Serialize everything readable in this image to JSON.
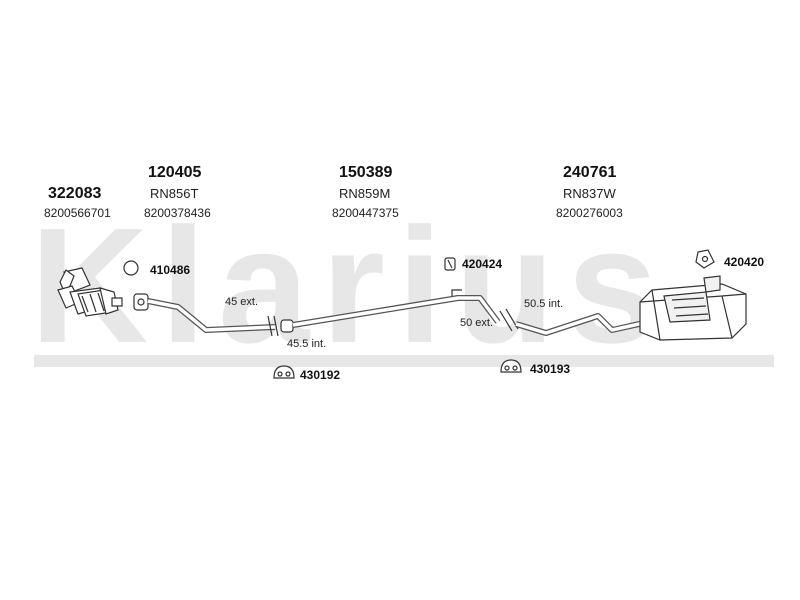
{
  "brand_watermark": "Klarius",
  "parts": [
    {
      "part_number": "322083",
      "oem": "8200566701"
    },
    {
      "part_number": "120405",
      "reference": "RN856T",
      "oem": "8200378436"
    },
    {
      "part_number": "150389",
      "reference": "RN859M",
      "oem": "8200447375"
    },
    {
      "part_number": "240761",
      "reference": "RN837W",
      "oem": "8200276003"
    }
  ],
  "accessories": [
    "410486",
    "420424",
    "420420",
    "430192",
    "430193"
  ],
  "dimensions": [
    "45 ext.",
    "45.5 int.",
    "50.5 int.",
    "50 ext."
  ]
}
